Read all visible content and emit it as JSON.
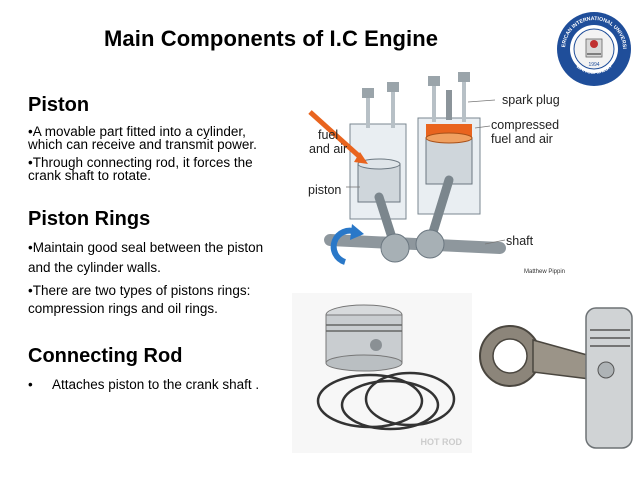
{
  "title": "Main Components of I.C Engine",
  "logo": {
    "text_top": "AMERICAN INTERNATIONAL UNIVERSITY",
    "text_bottom": "BANGLADESH",
    "year": "1994",
    "colors": {
      "ring": "#1f4e9a",
      "inner": "#ffffff"
    }
  },
  "sections": {
    "piston": {
      "heading": "Piston",
      "b1_line1": "•A movable part fitted into a cylinder,",
      "b1_line2": "which can receive and transmit power.",
      "b2_line1": "•Through connecting rod, it forces the",
      "b2_line2": "crank shaft to rotate."
    },
    "rings": {
      "heading": "Piston Rings",
      "b1_line1": "•Maintain good seal between the piston",
      "b1_line2": "and the cylinder walls.",
      "b2_line1": "•There are two types of pistons rings:",
      "b2_line2": "compression rings and oil rings."
    },
    "rod": {
      "heading": "Connecting Rod",
      "bullet_marker": "•",
      "b1": "Attaches piston to the crank shaft ."
    }
  },
  "engine_diagram": {
    "labels": {
      "spark_plug": "spark plug",
      "compressed_1": "compressed",
      "compressed_2": "fuel and air",
      "fuel_1": "fuel",
      "fuel_2": "and air",
      "piston": "piston",
      "shaft": "shaft"
    },
    "credit": "Matthew Pippin"
  },
  "photo_watermark": "HOT ROD"
}
